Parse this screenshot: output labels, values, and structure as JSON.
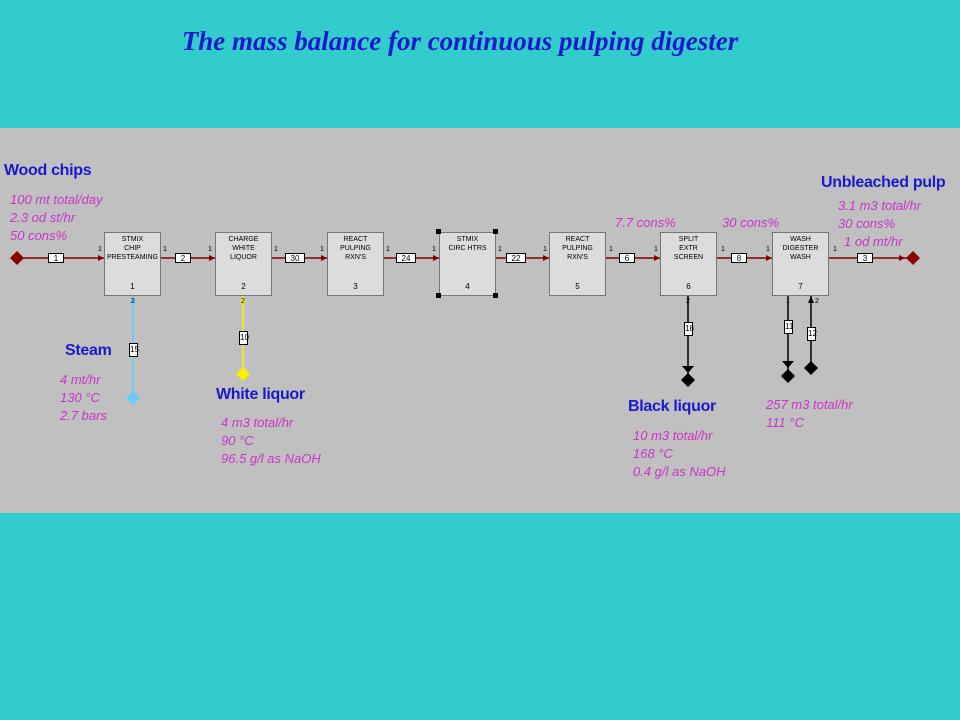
{
  "title": "The mass balance for continuous pulping digester",
  "blocks": [
    {
      "line1": "STMIX",
      "line2": "CHIP",
      "line3": "PRESTEAMING",
      "num": "1"
    },
    {
      "line1": "CHARGE",
      "line2": "WHITE",
      "line3": "LIQUOR",
      "num": "2"
    },
    {
      "line1": "REACT",
      "line2": "PULPING",
      "line3": "RXN'S",
      "num": "3"
    },
    {
      "line1": "STMIX",
      "line2": "CIRC HTRS",
      "line3": "",
      "num": "4"
    },
    {
      "line1": "REACT",
      "line2": "PULPING",
      "line3": "RXN'S",
      "num": "5"
    },
    {
      "line1": "SPLIT",
      "line2": "EXTR",
      "line3": "SCREEN",
      "num": "6"
    },
    {
      "line1": "WASH",
      "line2": "DIGESTER",
      "line3": "WASH",
      "num": "7"
    }
  ],
  "main_stream_tags": [
    "1",
    "2",
    "30",
    "24",
    "22",
    "6",
    "8",
    "3"
  ],
  "side_stream_tags": [
    "15",
    "10",
    "18",
    "11",
    "12"
  ],
  "port_labels": [
    "1",
    "2"
  ],
  "streams": {
    "wood_chips": {
      "name": "Wood chips",
      "lines": [
        "100 mt total/day",
        "2.3 od st/hr",
        "50 cons%"
      ]
    },
    "steam": {
      "name": "Steam",
      "lines": [
        "4 mt/hr",
        "130 °C",
        "2.7 bars"
      ]
    },
    "white_liquor": {
      "name": "White liquor",
      "lines": [
        "4 m3 total/hr",
        "90 °C",
        "96.5 g/l as NaOH"
      ]
    },
    "black_liquor": {
      "name": "Black liquor",
      "lines": [
        "10 m3 total/hr",
        "168 °C",
        "0.4 g/l as NaOH"
      ]
    },
    "wash": {
      "lines": [
        "257 m3 total/hr",
        "111 °C"
      ]
    },
    "unbleached_pulp": {
      "name": "Unbleached pulp",
      "lines": [
        "3.1 m3 total/hr",
        "30 cons%",
        "1 od mt/hr"
      ]
    }
  },
  "consistency_labels": {
    "extraction_in": "7.7 cons%",
    "wash_in": "30 cons%"
  },
  "colors": {
    "background": "#33cccc",
    "panel": "#c0c0c0",
    "title": "#1a1acc",
    "stream_main": "#8b0000",
    "annotation": "#cc33cc",
    "steam": "#66ccff",
    "white_liquor": "#ffee00",
    "black_liquor": "#000000"
  }
}
